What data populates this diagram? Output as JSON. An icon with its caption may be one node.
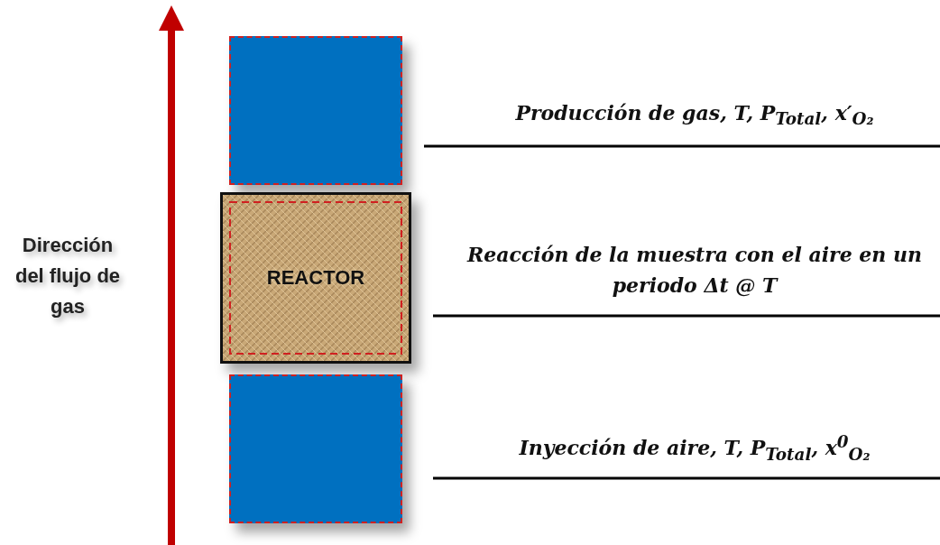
{
  "diagram": {
    "nodes": [
      {
        "text": [],
        "shape": "box"
      },
      {
        "text": [
          "REACTOR"
        ]
      },
      {
        "text": [],
        "shape": "box"
      }
    ],
    "labels": [
      "Dirección del flujo de gas",
      "Producción de gas, T, P$_{Total}$, x′$_{O₂}$",
      "Reacción de la muestra con el aire en un periodo Δt @ T",
      "Inyección de aire, T, P$_{Total}$, x$^{0}$$_{O₂}$"
    ]
  }
}
